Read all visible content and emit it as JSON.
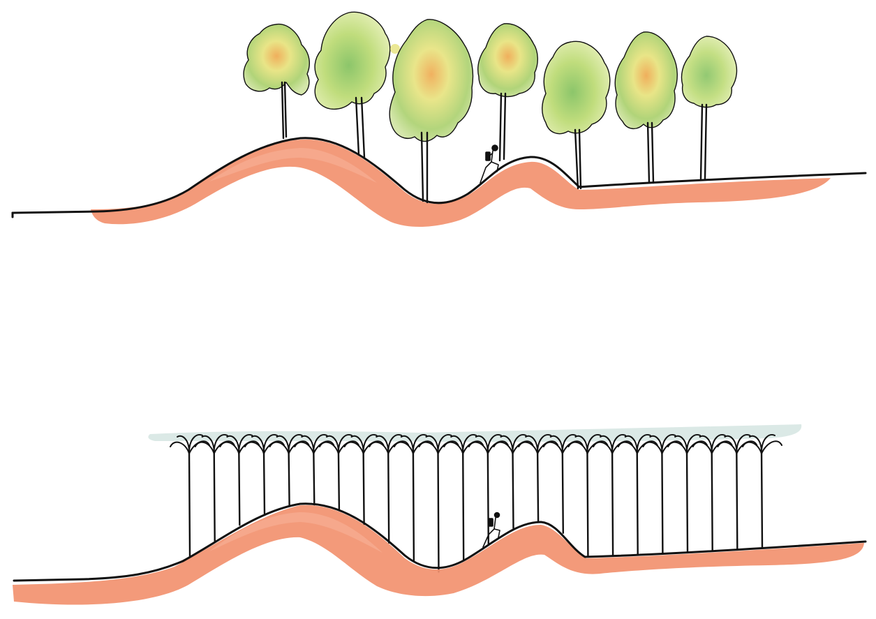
{
  "colors": {
    "ink": "#111111",
    "soil": "#f2916f",
    "canopy_wash": "#cfe2dd",
    "crown_green": "#a8cf6a",
    "crown_yellow": "#e6e27a",
    "crown_orange": "#eea64a"
  },
  "panels": [
    {
      "id": "top",
      "depicts": "hilly-ground-with-broadleaf-trees",
      "tree_count": 7,
      "figure": "seated-person"
    },
    {
      "id": "bottom",
      "depicts": "hilly-ground-with-column-forest",
      "tree_count": 24,
      "figure": "seated-person"
    }
  ]
}
